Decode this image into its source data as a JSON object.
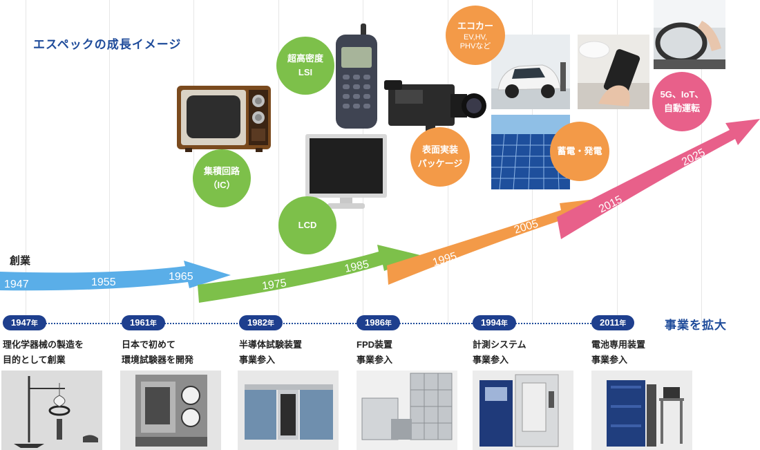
{
  "title": "エスペックの成長イメージ",
  "founding_label": "創業",
  "expansion_label": "事業を拡大",
  "arrow_years": [
    "1947",
    "1955",
    "1965",
    "1975",
    "1985",
    "1995",
    "2005",
    "2015",
    "2025"
  ],
  "colors": {
    "blue_arrow": "#5aaee8",
    "green_arrow": "#7dc04a",
    "orange_arrow": "#f39a48",
    "pink_arrow": "#e8608a",
    "navy": "#1e3f8e"
  },
  "tech_bubbles": [
    {
      "line1": "集積回路",
      "line2": "（IC）"
    },
    {
      "line1": "超高密度",
      "line2": "LSI"
    },
    {
      "line1": "LCD",
      "line2": ""
    },
    {
      "line1": "表面実装",
      "line2": "パッケージ"
    },
    {
      "line1": "エコカー",
      "line2": "EV,HV,",
      "line3": "PHVなど"
    },
    {
      "line1": "蓄電・発電",
      "line2": ""
    },
    {
      "line1": "5G、IoT、",
      "line2": "自動運転"
    }
  ],
  "milestones": [
    {
      "year": "1947",
      "suffix": "年",
      "line1": "理化学器械の製造を",
      "line2": "目的として創業"
    },
    {
      "year": "1961",
      "suffix": "年",
      "line1": "日本で初めて",
      "line2": "環境試験器を開発"
    },
    {
      "year": "1982",
      "suffix": "年",
      "line1": "半導体試験装置",
      "line2": "事業参入"
    },
    {
      "year": "1986",
      "suffix": "年",
      "line1": "FPD装置",
      "line2": "事業参入"
    },
    {
      "year": "1994",
      "suffix": "年",
      "line1": "計測システム",
      "line2": "事業参入"
    },
    {
      "year": "2011",
      "suffix": "年",
      "line1": "電池専用装置",
      "line2": "事業参入"
    }
  ]
}
